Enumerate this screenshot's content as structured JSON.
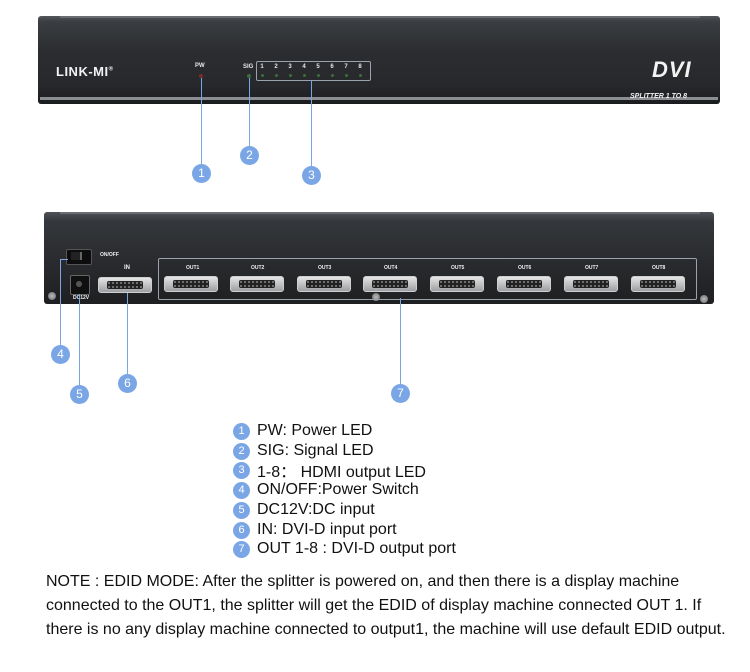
{
  "front_panel": {
    "brand": "LINK-MI",
    "brand_mark": "®",
    "pw_label": "PW",
    "sig_label": "SIG",
    "led_numbers": [
      "1",
      "2",
      "3",
      "4",
      "5",
      "6",
      "7",
      "8"
    ],
    "model": "DVI",
    "subtitle": "SPLITTER 1 TO 8"
  },
  "back_panel": {
    "onoff_label": "ON/OFF",
    "dc_label": "DC12V",
    "in_label": "IN",
    "out_labels": [
      "OUT1",
      "OUT2",
      "OUT3",
      "OUT4",
      "OUT5",
      "OUT6",
      "OUT7",
      "OUT8"
    ]
  },
  "callouts": [
    "1",
    "2",
    "3",
    "4",
    "5",
    "6",
    "7"
  ],
  "legend": [
    {
      "num": "1",
      "text": "PW: Power LED"
    },
    {
      "num": "2",
      "text": "SIG: Signal LED"
    },
    {
      "num": "3",
      "text": "1-8： HDMI output LED"
    },
    {
      "num": "4",
      "text": "ON/OFF:Power Switch"
    },
    {
      "num": "5",
      "text": "DC12V:DC input"
    },
    {
      "num": "6",
      "text": "IN: DVI-D input port"
    },
    {
      "num": "7",
      "text": "OUT 1-8 : DVI-D output port"
    }
  ],
  "note": "NOTE : EDID MODE: After the splitter is powered on, and then there is a display machine connected to the OUT1, the splitter will get the EDID of display machine connected OUT 1. If there is no any display machine connected to output1, the machine will use default EDID output.",
  "colors": {
    "accent": "#7aa6e6",
    "panel": "#2b2d30"
  }
}
